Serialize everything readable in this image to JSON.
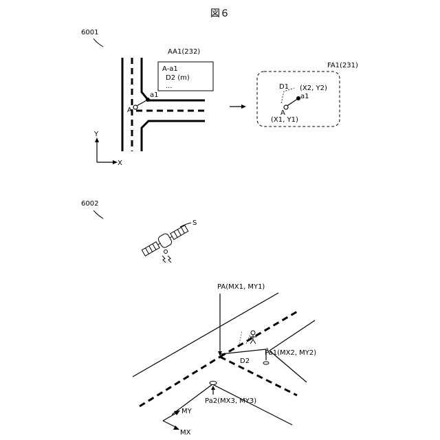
{
  "figure": {
    "title": "図６",
    "panel1": {
      "ref": "6001",
      "axis_x": "X",
      "axis_y": "Y",
      "point_a": "A",
      "point_a1": "a1",
      "box_label": "AA1(232)",
      "box_lines": [
        "A-a1",
        "D2 (m)",
        "..."
      ],
      "frame_label": "FA1(231)",
      "frame_d1": "D1",
      "frame_a1": "a1",
      "frame_a": "A",
      "frame_xy2": "(X2, Y2)",
      "frame_xy1": "(X1, Y1)"
    },
    "panel2": {
      "ref": "6002",
      "satellite": "S",
      "pa_label": "PA(MX1, MY1)",
      "pa1_label": "Pa1(MX2, MY2)",
      "pa2_label": "Pa2(MX3, MY3)",
      "d2_label": "D2",
      "axis_my": "MY",
      "axis_mx": "MX"
    }
  }
}
